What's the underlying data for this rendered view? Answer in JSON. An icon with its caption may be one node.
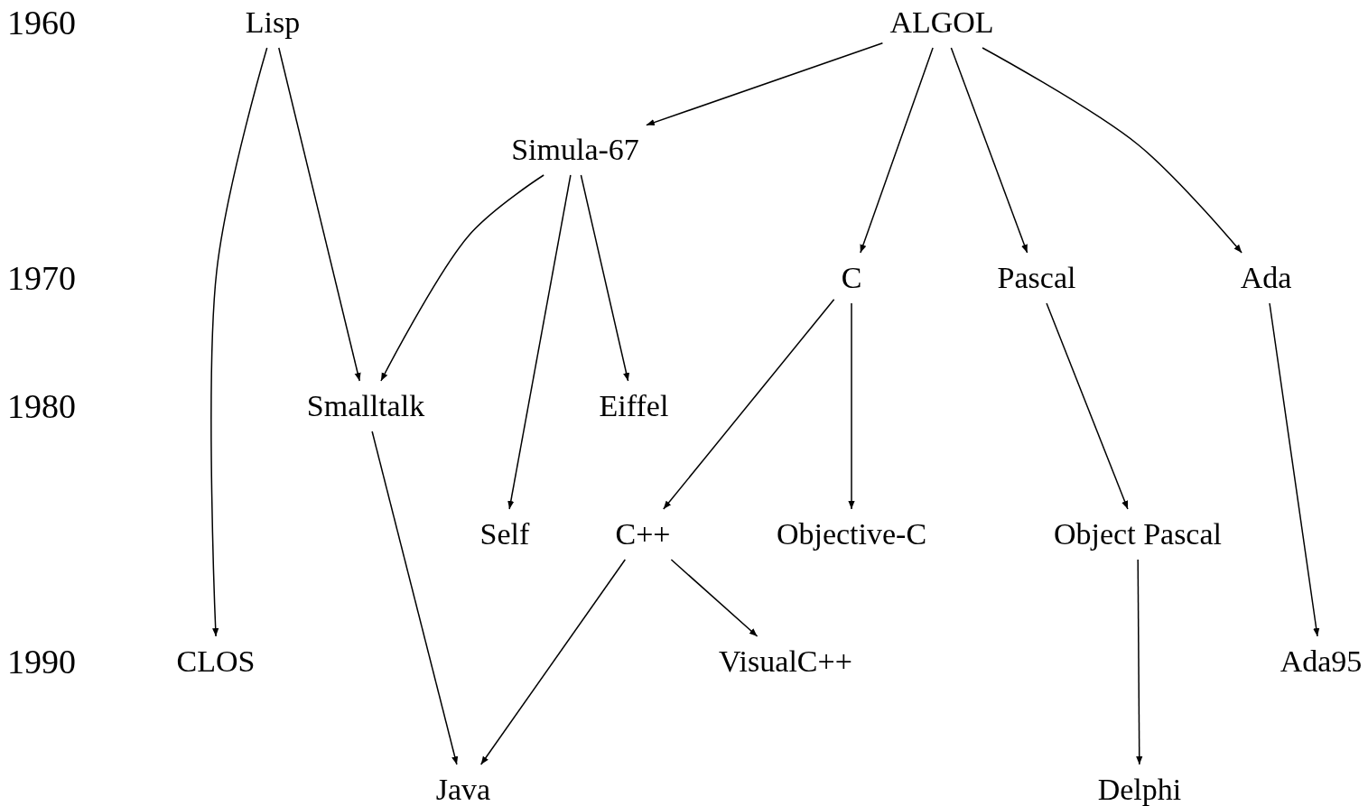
{
  "diagram": {
    "nodes": [
      {
        "text": [
          "Lisp"
        ]
      },
      {
        "text": [
          "ALGOL"
        ]
      },
      {
        "text": [
          "Simula-67"
        ]
      },
      {
        "text": [
          "C"
        ]
      },
      {
        "text": [
          "Pascal"
        ]
      },
      {
        "text": [
          "Ada"
        ]
      },
      {
        "text": [
          "Smalltalk"
        ]
      },
      {
        "text": [
          "Eiffel"
        ]
      },
      {
        "text": [
          "Self"
        ]
      },
      {
        "text": [
          "C++"
        ]
      },
      {
        "text": [
          "Objective-C"
        ]
      },
      {
        "text": [
          "Object Pascal"
        ]
      },
      {
        "text": [
          "CLOS"
        ]
      },
      {
        "text": [
          "VisualC++"
        ]
      },
      {
        "text": [
          "Ada95"
        ]
      },
      {
        "text": [
          "Java"
        ]
      },
      {
        "text": [
          "Delphi"
        ]
      }
    ],
    "edges": [
      {
        "from": 0,
        "to": 12,
        "arrow": "to"
      },
      {
        "from": 0,
        "to": 6,
        "arrow": "to"
      },
      {
        "from": 1,
        "to": 2,
        "arrow": "to"
      },
      {
        "from": 1,
        "to": 3,
        "arrow": "to"
      },
      {
        "from": 1,
        "to": 4,
        "arrow": "to"
      },
      {
        "from": 1,
        "to": 5,
        "arrow": "to"
      },
      {
        "from": 2,
        "to": 6,
        "arrow": "to"
      },
      {
        "from": 2,
        "to": 8,
        "arrow": "to"
      },
      {
        "from": 2,
        "to": 7,
        "arrow": "to"
      },
      {
        "from": 3,
        "to": 9,
        "arrow": "to"
      },
      {
        "from": 3,
        "to": 10,
        "arrow": "to"
      },
      {
        "from": 4,
        "to": 11,
        "arrow": "to"
      },
      {
        "from": 5,
        "to": 14,
        "arrow": "to"
      },
      {
        "from": 6,
        "to": 15,
        "arrow": "to"
      },
      {
        "from": 9,
        "to": 15,
        "arrow": "to"
      },
      {
        "from": 9,
        "to": 13,
        "arrow": "to"
      },
      {
        "from": 11,
        "to": 16,
        "arrow": "to"
      }
    ],
    "labels": [
      "1960",
      "1970",
      "1980",
      "1990"
    ]
  }
}
